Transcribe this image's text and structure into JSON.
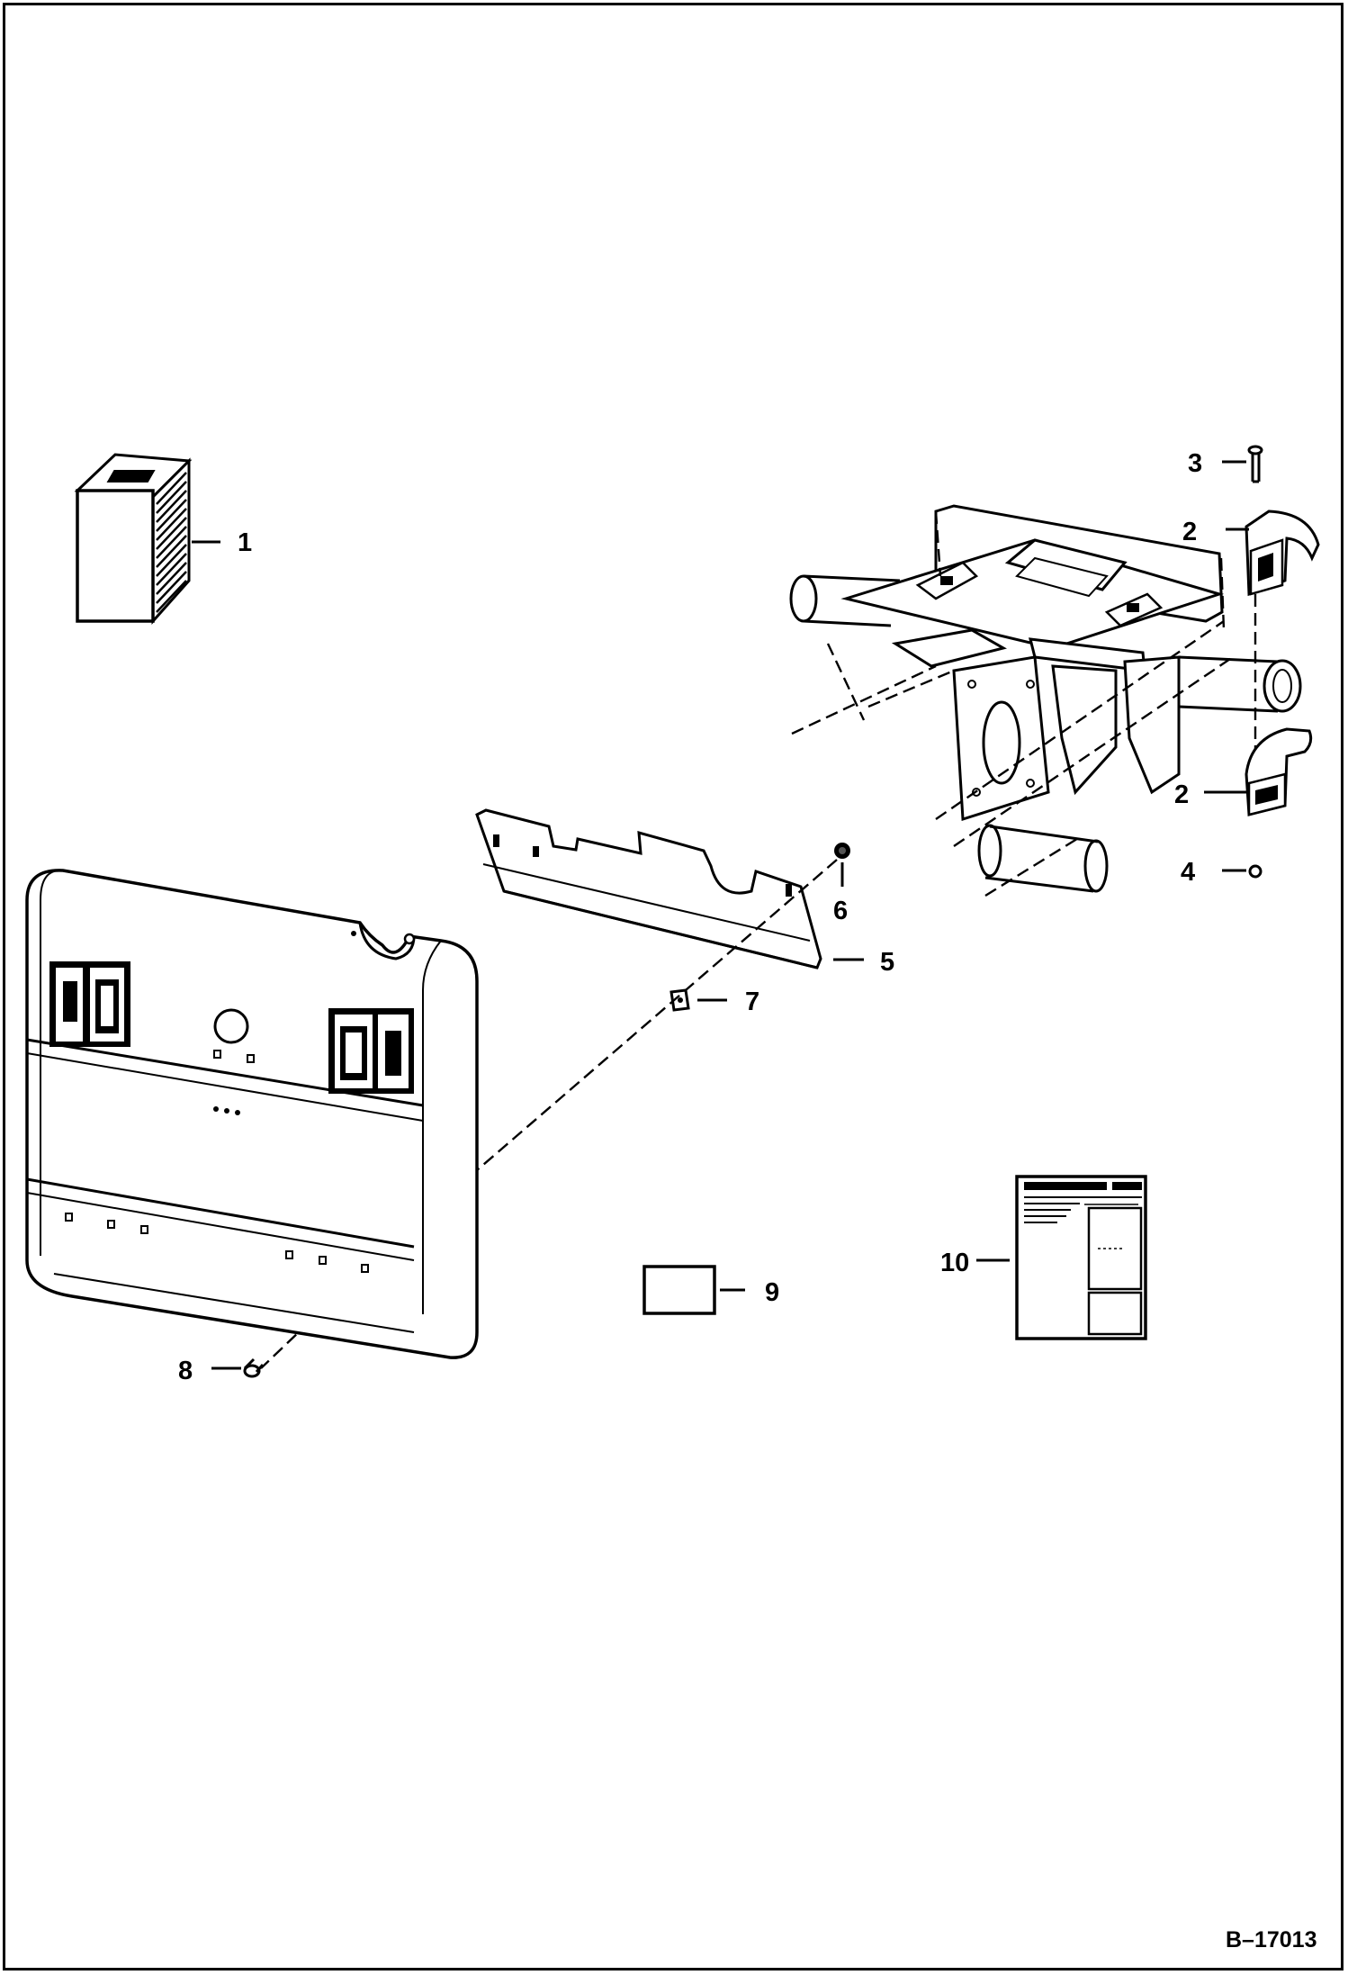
{
  "callouts": [
    {
      "id": "1",
      "label": "1"
    },
    {
      "id": "2a",
      "label": "2"
    },
    {
      "id": "2b",
      "label": "2"
    },
    {
      "id": "3",
      "label": "3"
    },
    {
      "id": "4",
      "label": "4"
    },
    {
      "id": "5",
      "label": "5"
    },
    {
      "id": "6",
      "label": "6"
    },
    {
      "id": "7",
      "label": "7"
    },
    {
      "id": "8",
      "label": "8"
    },
    {
      "id": "9",
      "label": "9"
    },
    {
      "id": "10",
      "label": "10"
    }
  ],
  "document_id": "B–17013"
}
